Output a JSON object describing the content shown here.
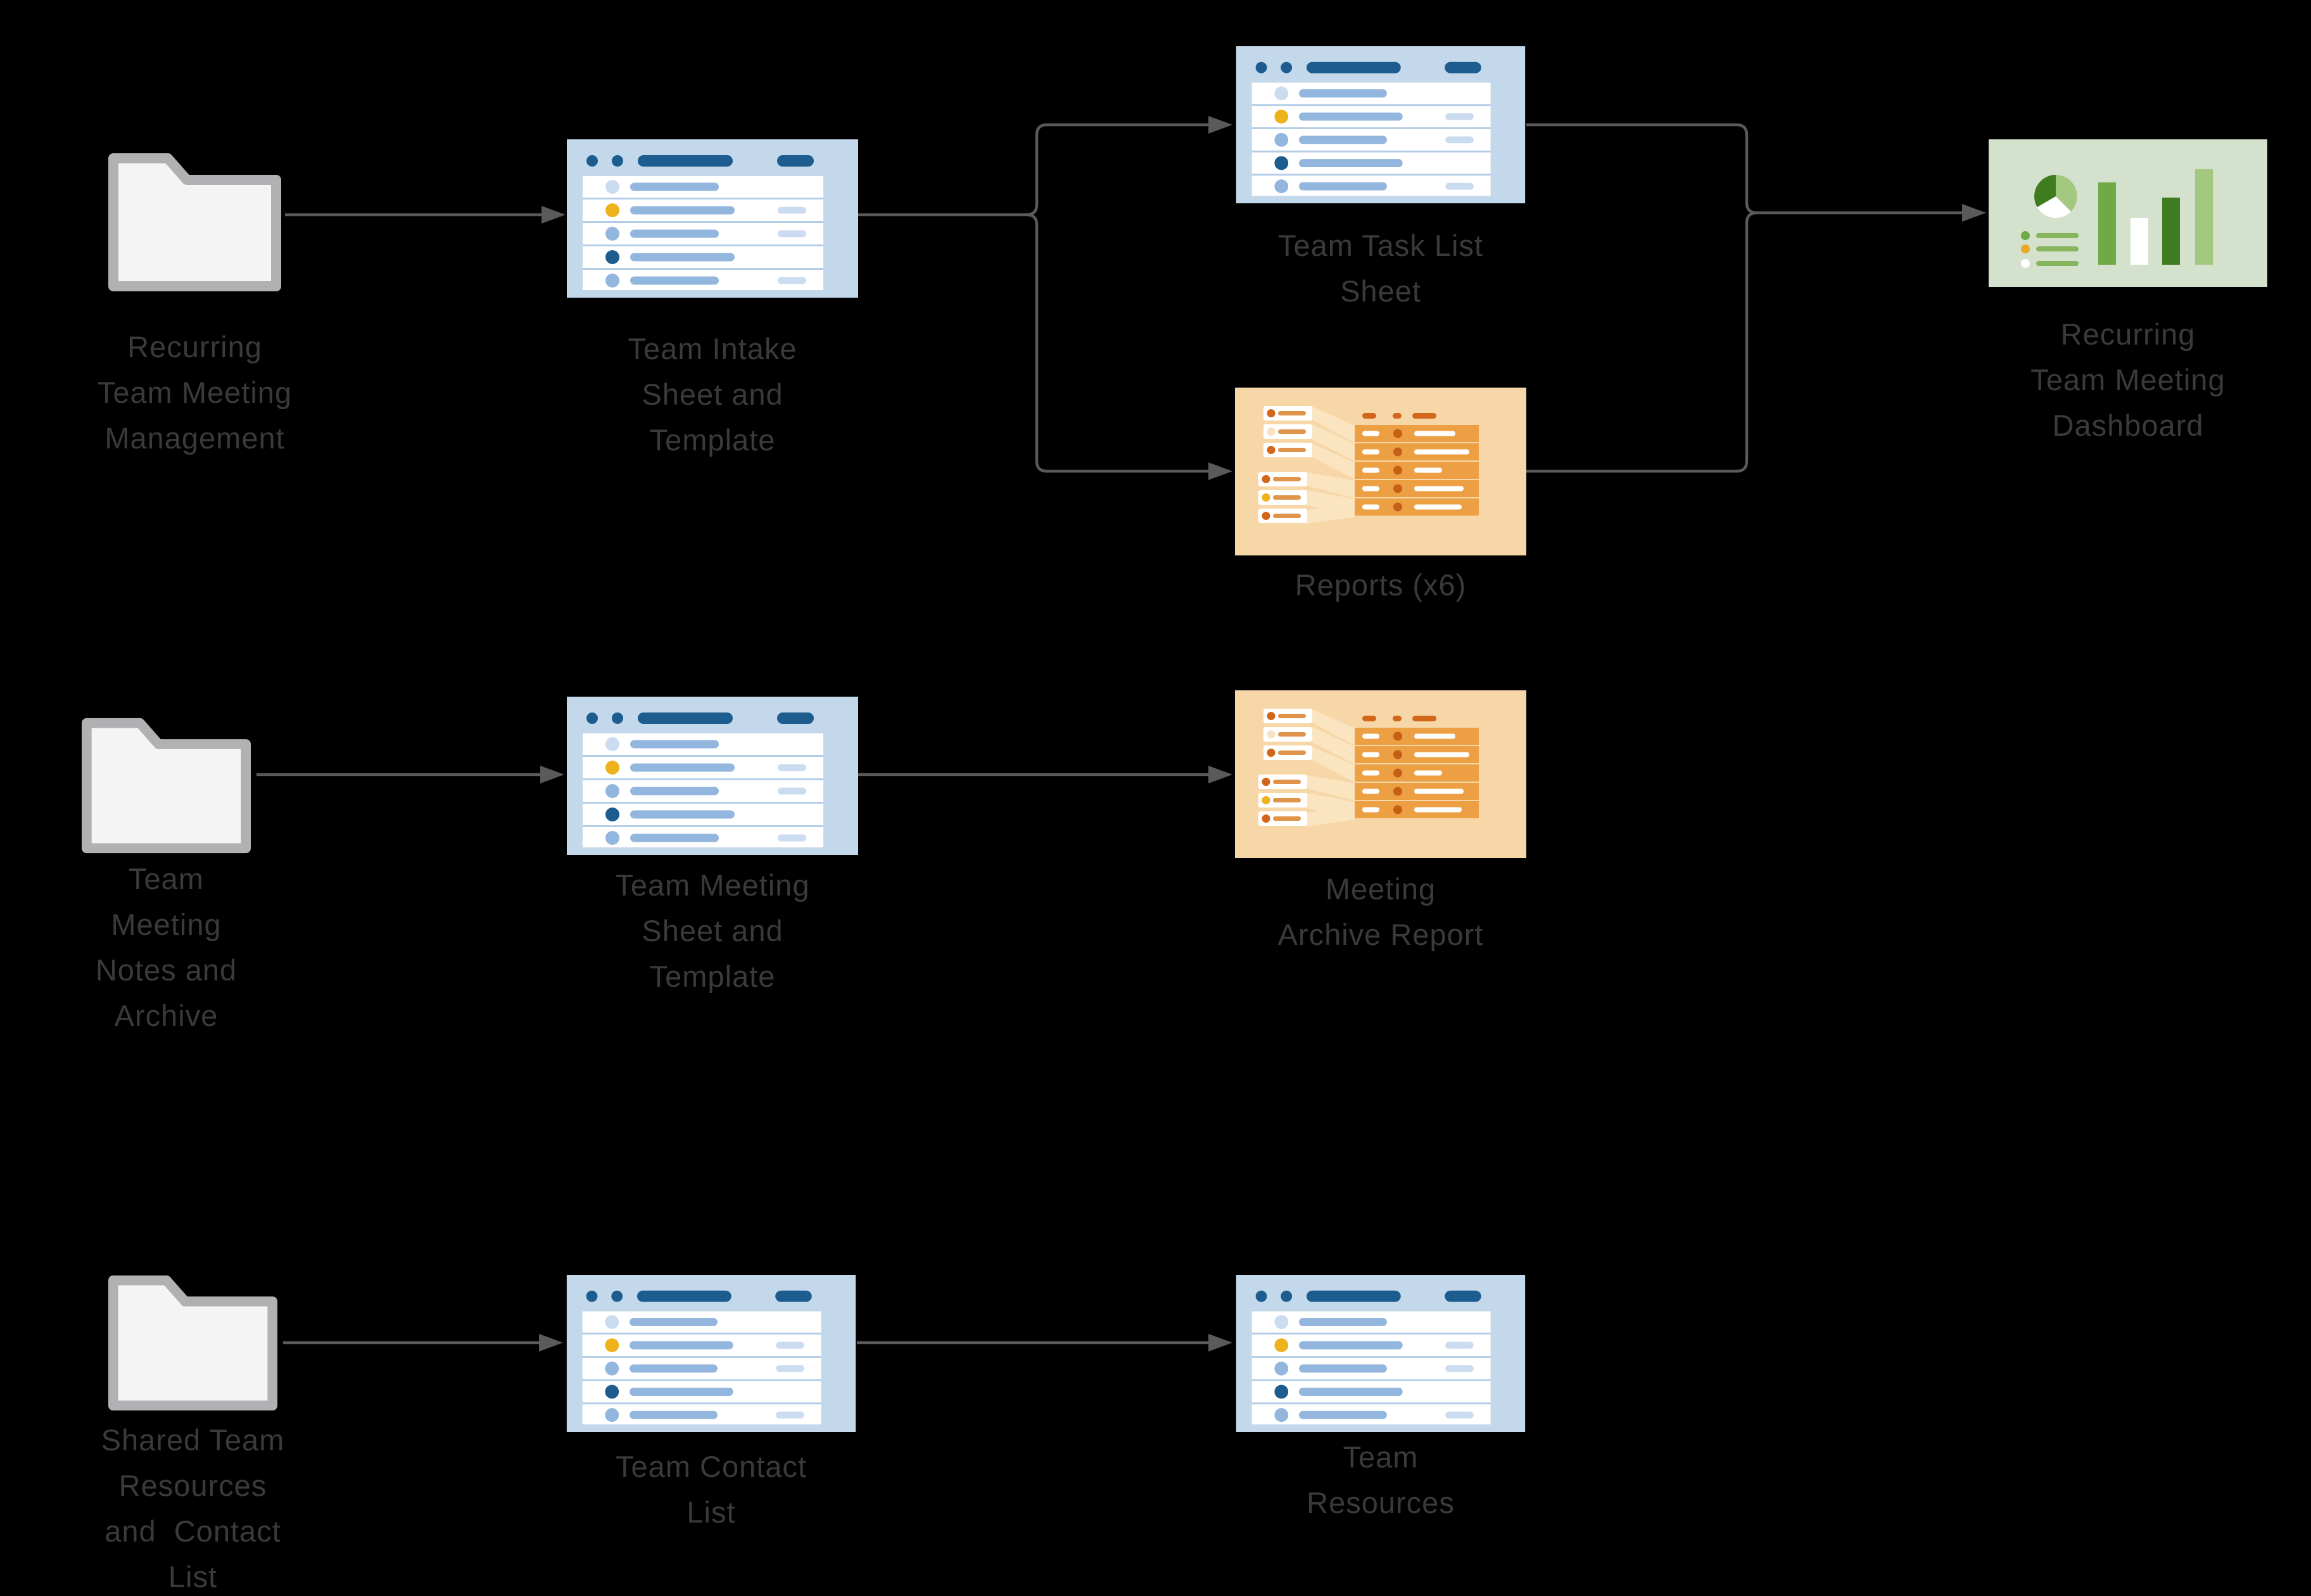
{
  "diagram": {
    "background": "#000000",
    "nodes": [
      {
        "id": "folder-recurring",
        "type": "folder",
        "label": "Recurring\nTeam Meeting\nManagement"
      },
      {
        "id": "sheet-intake",
        "type": "sheet",
        "label": "Team Intake\nSheet and\nTemplate"
      },
      {
        "id": "sheet-task-list",
        "type": "sheet",
        "label": "Team Task List\nSheet"
      },
      {
        "id": "reports-x6",
        "type": "report",
        "label": "Reports (x6)"
      },
      {
        "id": "dashboard",
        "type": "dashboard",
        "label": "Recurring\nTeam Meeting\nDashboard"
      },
      {
        "id": "folder-notes",
        "type": "folder",
        "label": "Team\nMeeting\nNotes and\nArchive"
      },
      {
        "id": "sheet-meeting",
        "type": "sheet",
        "label": "Team Meeting\nSheet and\nTemplate"
      },
      {
        "id": "report-archive",
        "type": "report",
        "label": "Meeting\nArchive Report"
      },
      {
        "id": "folder-shared",
        "type": "folder",
        "label": "Shared Team\nResources\nand  Contact\nList"
      },
      {
        "id": "sheet-contact",
        "type": "sheet",
        "label": "Team Contact\nList"
      },
      {
        "id": "sheet-resources",
        "type": "sheet",
        "label": "Team\nResources"
      }
    ],
    "edges": [
      {
        "from": "folder-recurring",
        "to": "sheet-intake"
      },
      {
        "from": "sheet-intake",
        "to": "sheet-task-list"
      },
      {
        "from": "sheet-intake",
        "to": "reports-x6"
      },
      {
        "from": "sheet-task-list",
        "to": "dashboard"
      },
      {
        "from": "reports-x6",
        "to": "dashboard"
      },
      {
        "from": "folder-notes",
        "to": "sheet-meeting"
      },
      {
        "from": "sheet-meeting",
        "to": "report-archive"
      },
      {
        "from": "folder-shared",
        "to": "sheet-contact"
      },
      {
        "from": "sheet-contact",
        "to": "sheet-resources"
      }
    ],
    "colors": {
      "line": "#5a5a5c",
      "label_text": "#3a3a3c",
      "folder_border": "#b1b1b3",
      "folder_fill": "#f4f4f4",
      "sheet_bg": "#c3d8ea",
      "sheet_dark_blue": "#1d5c8e",
      "sheet_mid_blue": "#92b6dd",
      "sheet_light_blue": "#ccdcf0",
      "sheet_yellow": "#eeb21d",
      "report_bg": "#f7d7a8",
      "report_row": "#ed9f44",
      "report_dot_dark": "#c45f15",
      "report_accent": "#d2671c",
      "report_line": "#e0944a",
      "dashboard_bg": "#d4e1cd",
      "dash_green_mid": "#6faa46",
      "dash_green_dark": "#3e7c1f",
      "dash_green_light": "#a3c87f",
      "dash_yellow": "#eaa824"
    }
  }
}
